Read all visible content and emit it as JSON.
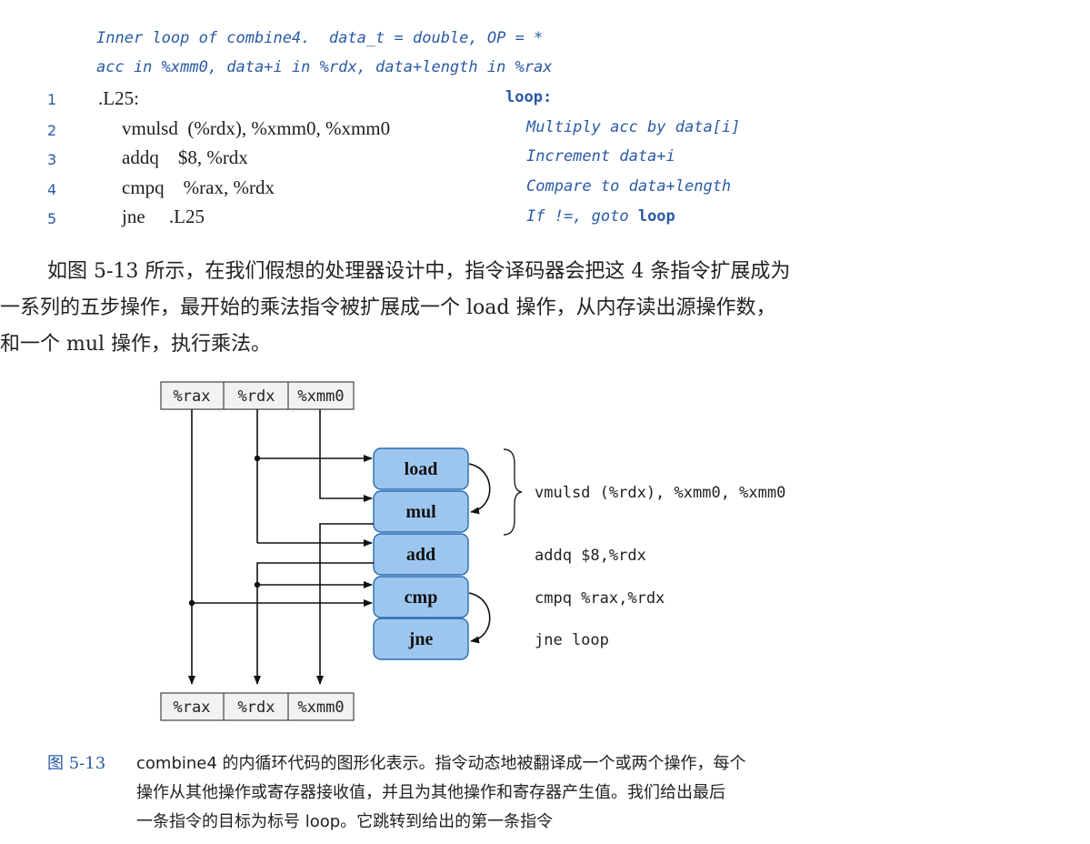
{
  "code": {
    "header_line1": "Inner loop of combine4.  data_t = double, OP = *",
    "header_line2": "acc in %xmm0, data+i in %rdx, data+length in %rax",
    "lines": [
      {
        "num": "1",
        "instr": ".L25:",
        "comment": "loop:"
      },
      {
        "num": "2",
        "instr": "vmulsd  (%rdx), %xmm0, %xmm0",
        "comment": "Multiply acc by data[i]"
      },
      {
        "num": "3",
        "instr": "addq    $8, %rdx",
        "comment": "Increment data+i"
      },
      {
        "num": "4",
        "instr": "cmpq    %rax, %rdx",
        "comment": "Compare to data+length"
      },
      {
        "num": "5",
        "instr": "jne     .L25",
        "comment_prefix": "If !=, goto ",
        "comment_bold": "loop"
      }
    ]
  },
  "paragraph": {
    "line1": "如图 5-13 所示，在我们假想的处理器设计中，指令译码器会把这 4 条指令扩展成为",
    "line2": "一系列的五步操作，最开始的乘法指令被扩展成一个 load 操作，从内存读出源操作数，",
    "line3": "和一个 mul 操作，执行乘法。"
  },
  "diagram": {
    "registers_top": [
      "%rax",
      "%rdx",
      "%xmm0"
    ],
    "registers_bottom": [
      "%rax",
      "%rdx",
      "%xmm0"
    ],
    "operations": [
      "load",
      "mul",
      "add",
      "cmp",
      "jne"
    ],
    "annotations": {
      "vmulsd": "vmulsd (%rdx), %xmm0, %xmm0",
      "addq": "addq $8,%rdx",
      "cmpq": "cmpq %rax,%rdx",
      "jne": "jne loop"
    },
    "colors": {
      "op_fill": "#9dc6ef",
      "op_stroke": "#2b6cb0",
      "reg_fill": "#f2f2f2"
    }
  },
  "caption": {
    "number": "图 5-13",
    "line1": "combine4 的内循环代码的图形化表示。指令动态地被翻译成一个或两个操作，每个",
    "line2": "操作从其他操作或寄存器接收值，并且为其他操作和寄存器产生值。我们给出最后",
    "line3": "一条指令的目标为标号 loop。它跳转到给出的第一条指令"
  }
}
